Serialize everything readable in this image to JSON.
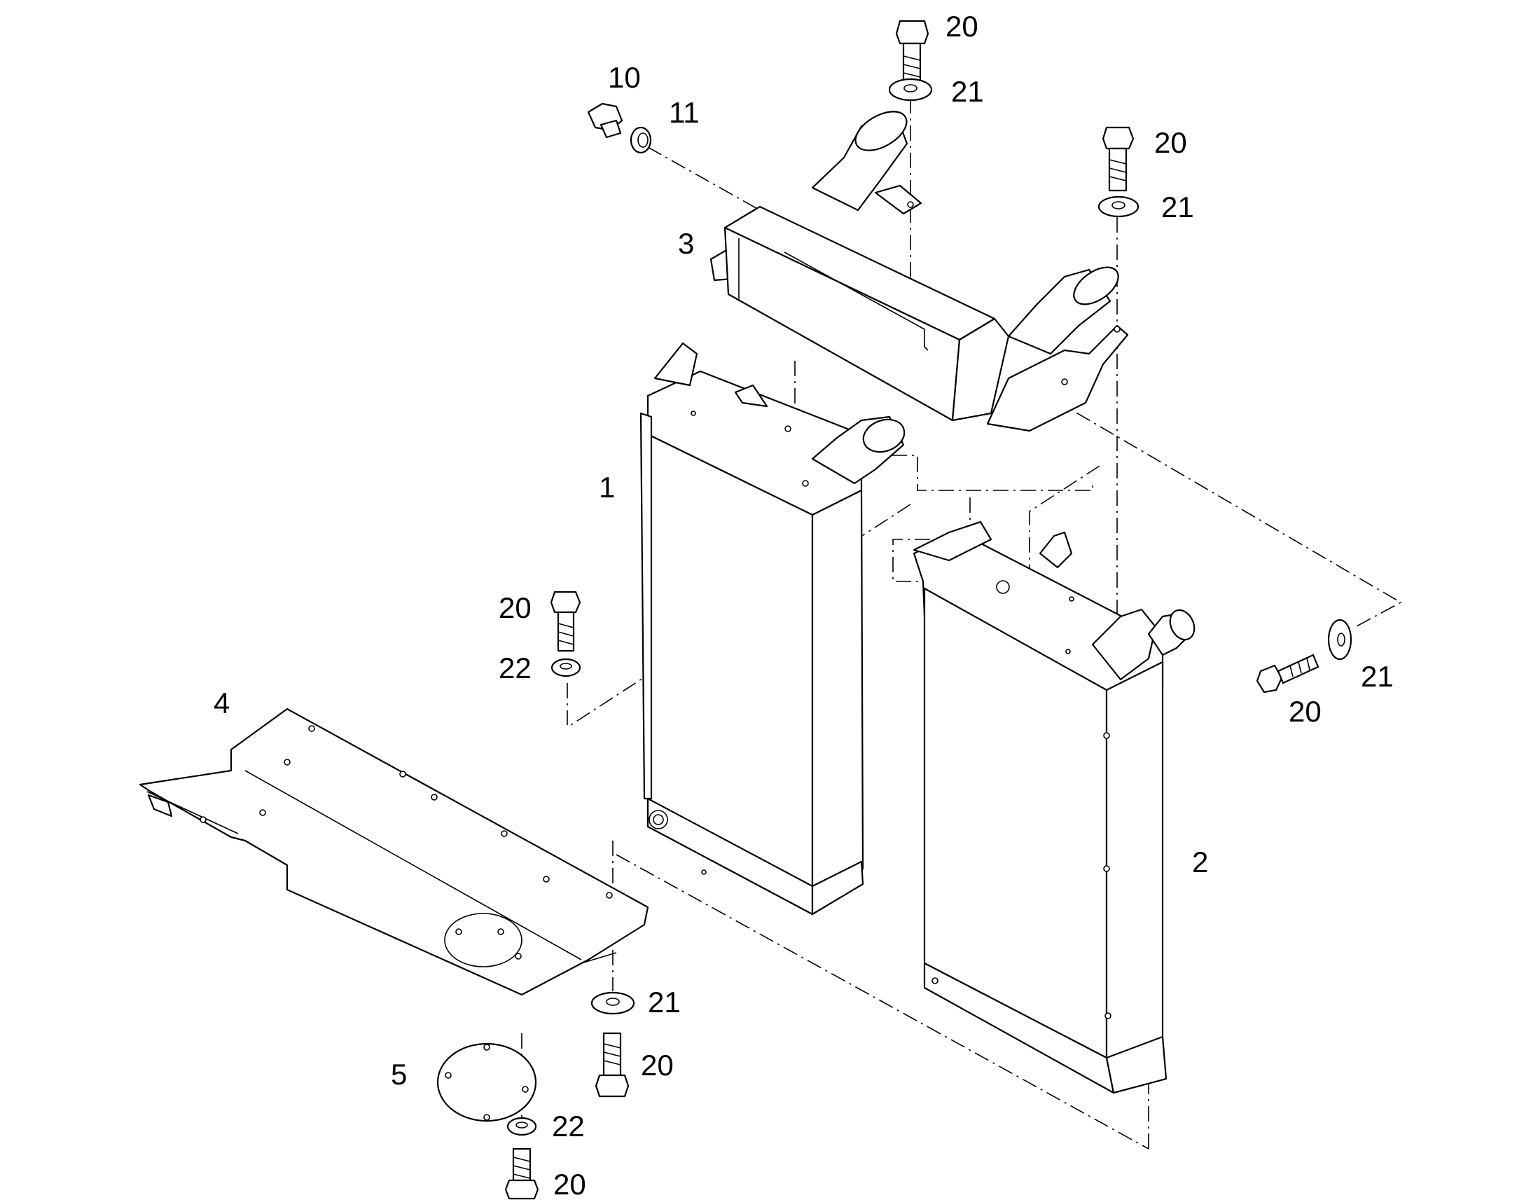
{
  "callouts": {
    "c_20_top": "20",
    "c_21_top": "21",
    "c_10": "10",
    "c_11": "11",
    "c_20_upper_right": "20",
    "c_21_upper_right": "21",
    "c_3": "3",
    "c_1": "1",
    "c_20_mid_left": "20",
    "c_22_mid_left": "22",
    "c_4": "4",
    "c_21_right": "21",
    "c_20_right": "20",
    "c_2": "2",
    "c_21_bottom": "21",
    "c_20_bottom_mid": "20",
    "c_5": "5",
    "c_22_bottom": "22",
    "c_20_bottom": "20"
  }
}
